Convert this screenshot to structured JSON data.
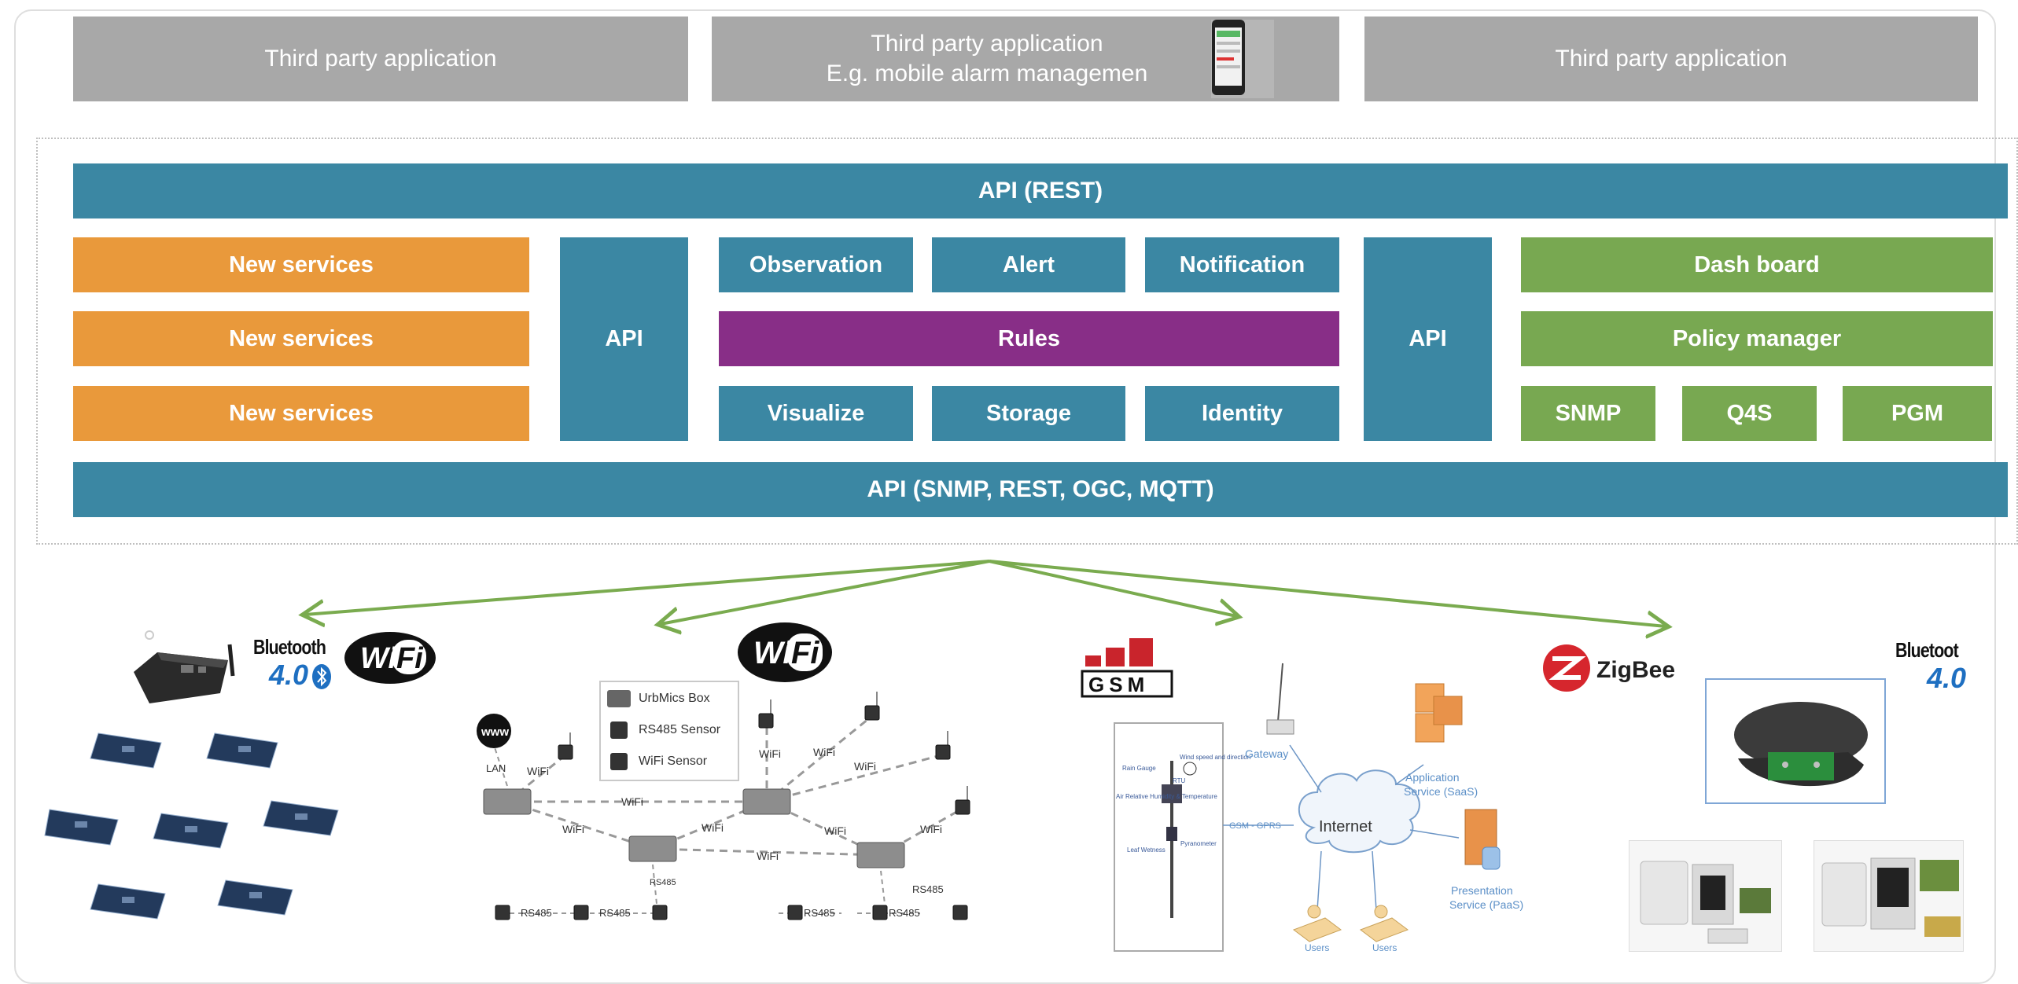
{
  "third_party": [
    {
      "label": "Third party application"
    },
    {
      "line1": "Third party application",
      "line2": "E.g. mobile alarm managemen"
    },
    {
      "label": "Third party application"
    }
  ],
  "api_rest": "API (REST)",
  "api_bottom": "API (SNMP, REST, OGC, MQTT)",
  "new_services": [
    "New services",
    "New services",
    "New services"
  ],
  "api_left": "API",
  "api_right": "API",
  "core": {
    "observation": "Observation",
    "alert": "Alert",
    "notification": "Notification",
    "rules": "Rules",
    "visualize": "Visualize",
    "storage": "Storage",
    "identity": "Identity"
  },
  "management": {
    "dashboard": "Dash board",
    "policy": "Policy manager",
    "snmp": "SNMP",
    "q4s": "Q4S",
    "pgm": "PGM"
  },
  "logos": {
    "bluetooth": "Bluetooth",
    "bluetooth_version": "4.0",
    "bluetooth_right": "Bluetoot",
    "bluetooth_right_version": "4.0",
    "wifi_wi": "Wi",
    "wifi_fi": "Fi",
    "zigbee": "ZigBee",
    "gsm": "GSM"
  },
  "network": {
    "legend": [
      "UrbMics Box",
      "RS485 Sensor",
      "WiFi Sensor"
    ],
    "lan": "LAN",
    "www": "www",
    "wifi": "WiFi",
    "rs485": "RS485"
  },
  "cloud": {
    "gateway": "Gateway",
    "internet": "Internet",
    "gsm_gprs": "GSM - GPRS",
    "app_service_1": "Application",
    "app_service_2": "Service (SaaS)",
    "pres_service_1": "Presentation",
    "pres_service_2": "Service (PaaS)",
    "users": "Users",
    "station": [
      "Rain Gauge",
      "Wind speed and direction",
      "RTU",
      "Air Relative Humidity & Temperature",
      "Pyranometer",
      "Leaf Wetness"
    ]
  },
  "colors": {
    "teal": "#3b87a3",
    "orange": "#e9993b",
    "purple": "#882e87",
    "green": "#78a851",
    "gray": "#a8a8a8",
    "arrow": "#7aab4f"
  }
}
